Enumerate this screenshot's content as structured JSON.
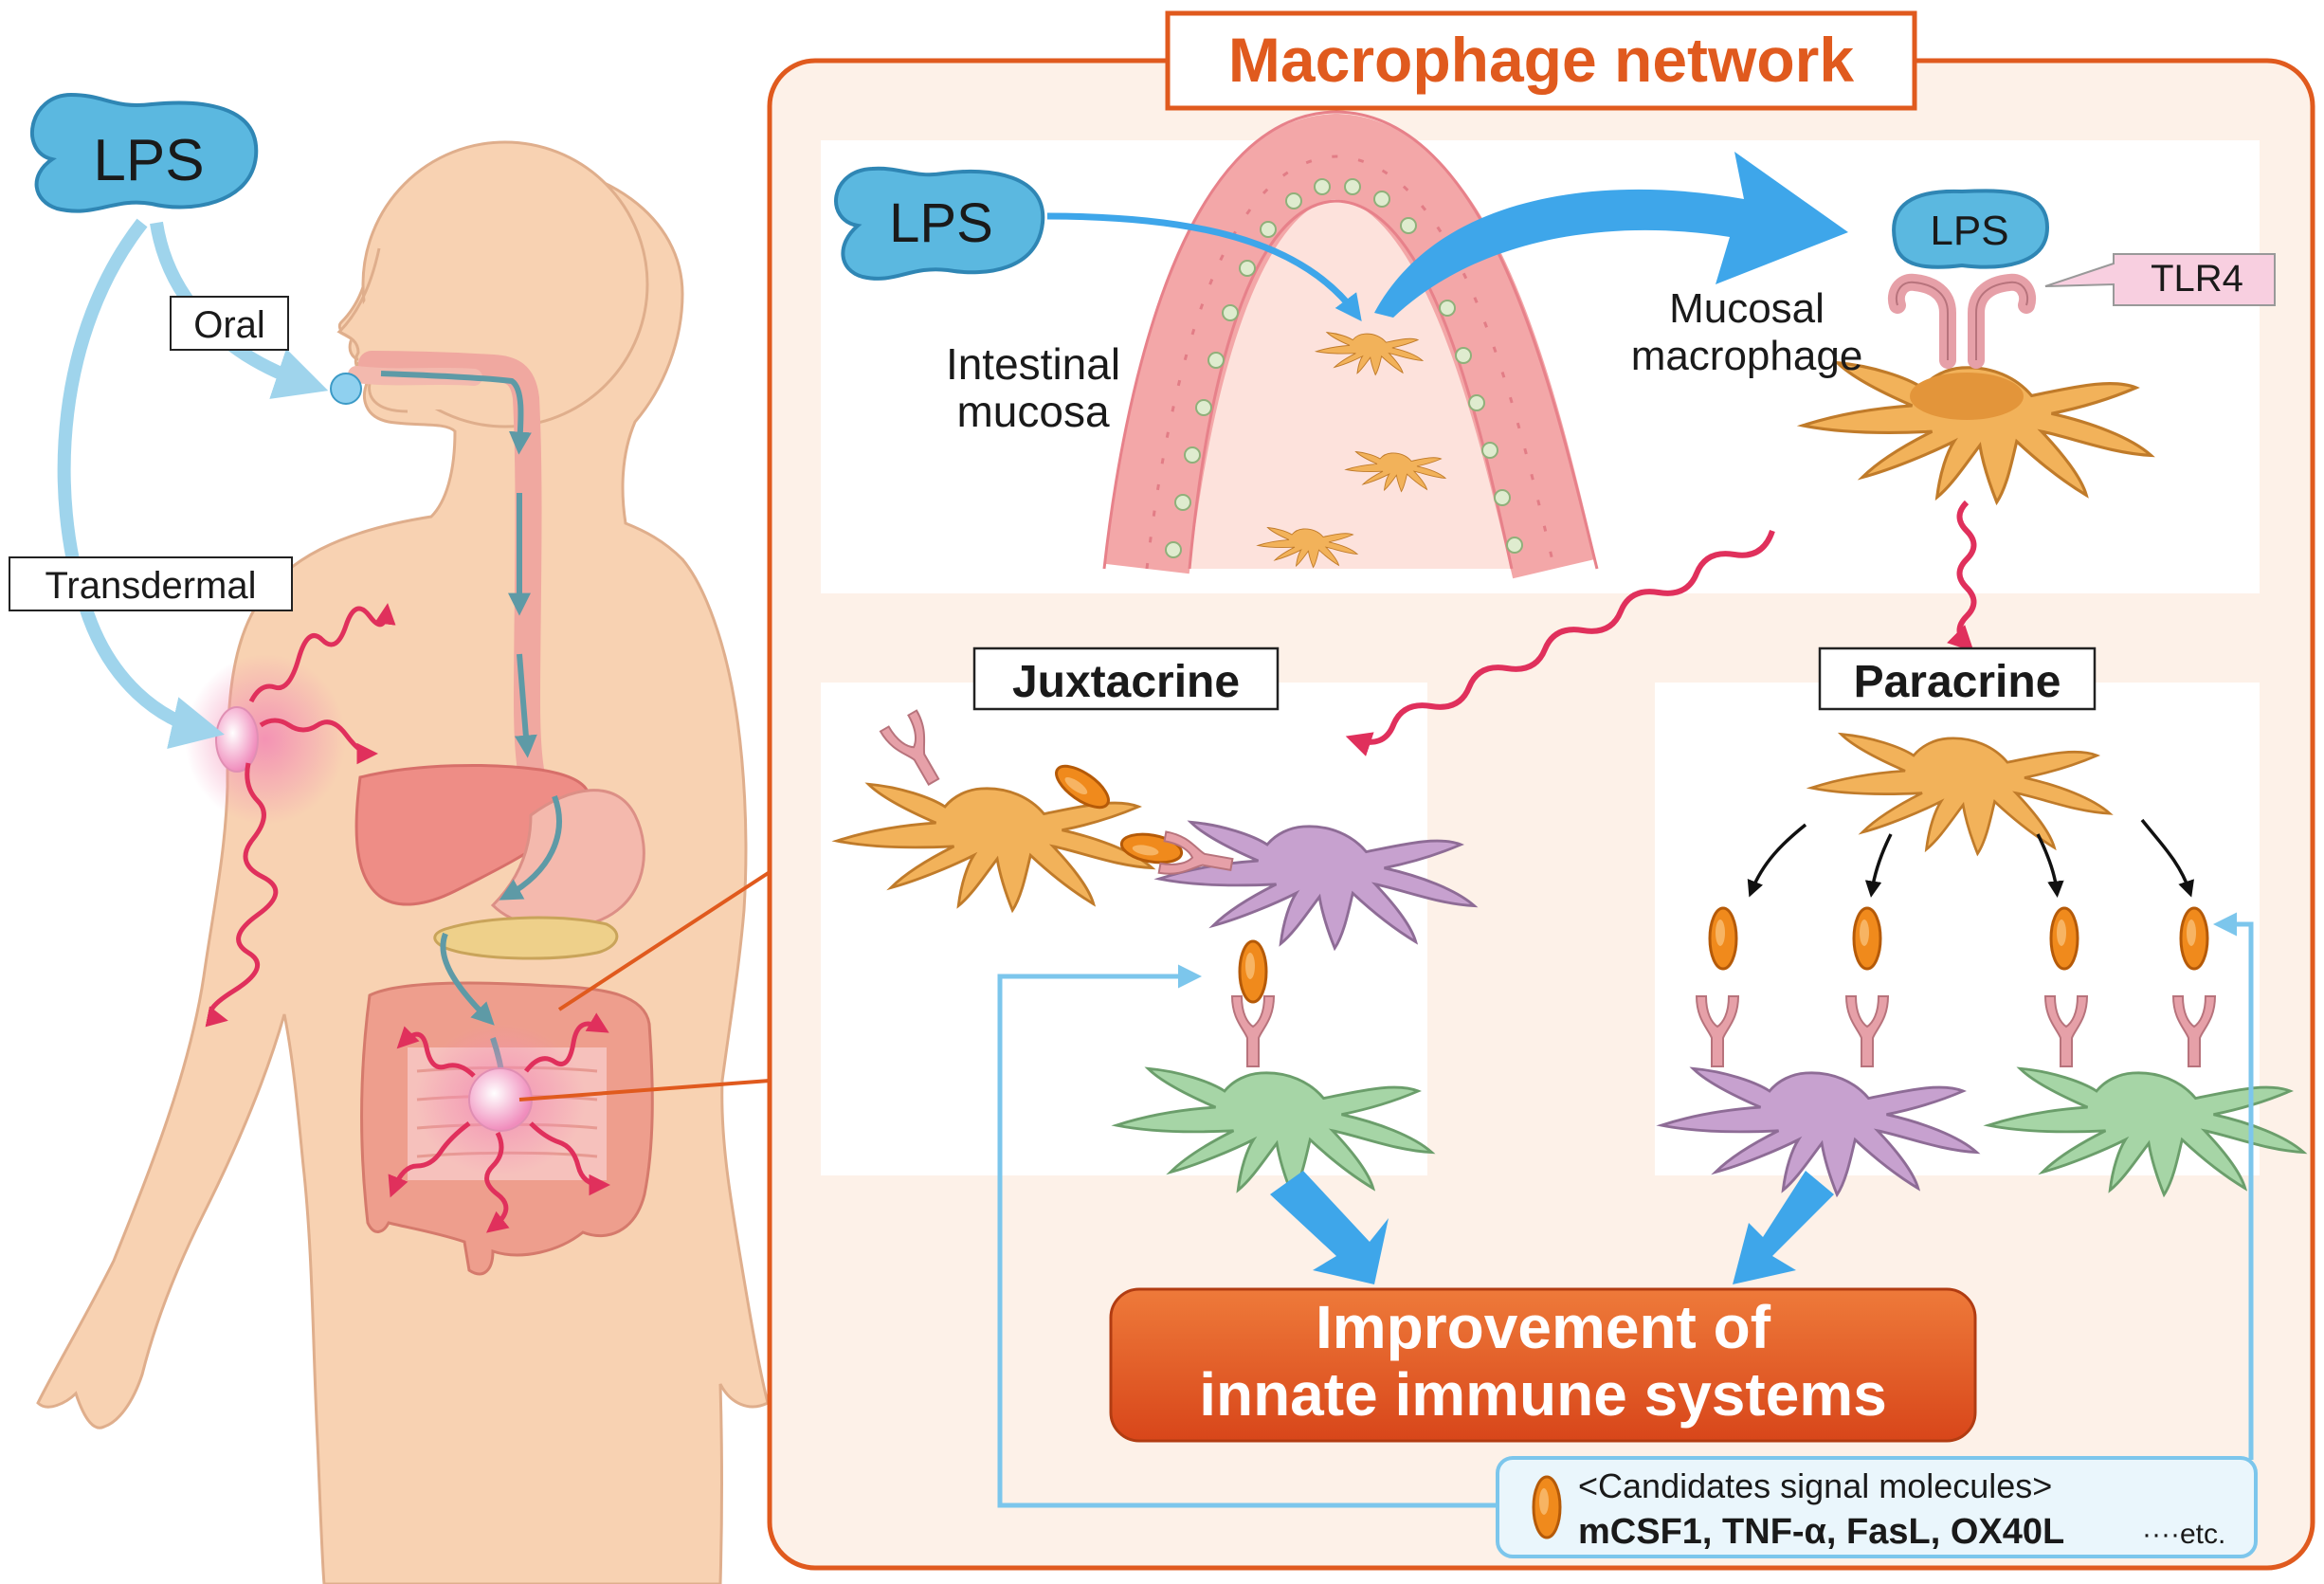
{
  "left": {
    "lps": "LPS",
    "oral": "Oral",
    "transdermal": "Transdermal"
  },
  "network": {
    "title": "Macrophage network",
    "lps_mucosa": "LPS",
    "intestinal_mucosa": [
      "Intestinal",
      "mucosa"
    ],
    "lps_receptor": "LPS",
    "tlr4": "TLR4",
    "mucosal_macrophage": [
      "Mucosal",
      "macrophage"
    ],
    "juxtacrine": "Juxtacrine",
    "paracrine": "Paracrine",
    "improvement": [
      "Improvement of",
      "innate immune systems"
    ],
    "candidates": {
      "heading": "<Candidates signal molecules>",
      "molecules": "mCSF1, TNF-α,  FasL, OX40L",
      "etc": "····etc."
    }
  },
  "colors": {
    "accent_orange": "#e05a1e",
    "arrow_blue": "#3ea6ea",
    "lps_blue": "#5bb8e0",
    "wavy_red": "#e0305c",
    "skin": "#f8d2b2",
    "macrophage_orange": "#f2b25a",
    "macrophage_purple": "#c7a1cf",
    "macrophage_green": "#a6d5a6",
    "panel_bg": "#fdf1e8"
  }
}
